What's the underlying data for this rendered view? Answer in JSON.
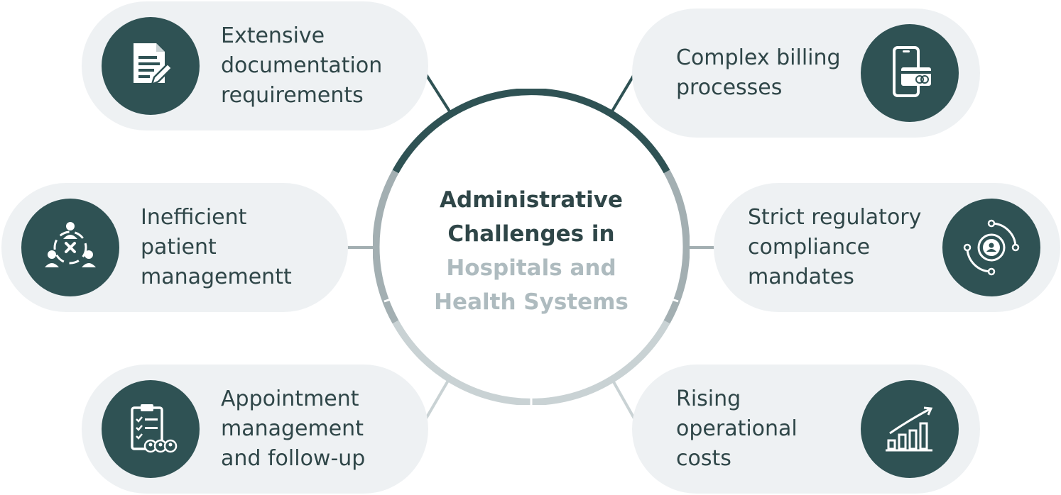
{
  "center": {
    "line1": "Administrative",
    "line2": "Challenges in",
    "line3": "Hospitals and",
    "line4": "Health Systems"
  },
  "items": [
    {
      "lines": [
        "Extensive",
        "documentation",
        "requirements"
      ],
      "icon": "document-pen-icon"
    },
    {
      "lines": [
        "Complex billing",
        "processes"
      ],
      "icon": "phone-payment-card-icon"
    },
    {
      "lines": [
        "Inefficient",
        "patient",
        "managementt"
      ],
      "icon": "patient-network-icon"
    },
    {
      "lines": [
        "Strict regulatory",
        "compliance",
        "mandates"
      ],
      "icon": "compliance-orbit-icon"
    },
    {
      "lines": [
        "Appointment",
        "management",
        "and follow-up"
      ],
      "icon": "clipboard-checklist-icon"
    },
    {
      "lines": [
        "Rising",
        "operational",
        "costs"
      ],
      "icon": "bar-chart-growth-icon"
    }
  ],
  "colors": {
    "icon_circle": "#2f5254",
    "pill_background": "#eef1f3",
    "text_dark": "#2f4648",
    "text_light": "#aebbbf",
    "ring_dark": "#2f5254",
    "ring_mid": "#a3afb2",
    "ring_light": "#c9d2d4"
  }
}
